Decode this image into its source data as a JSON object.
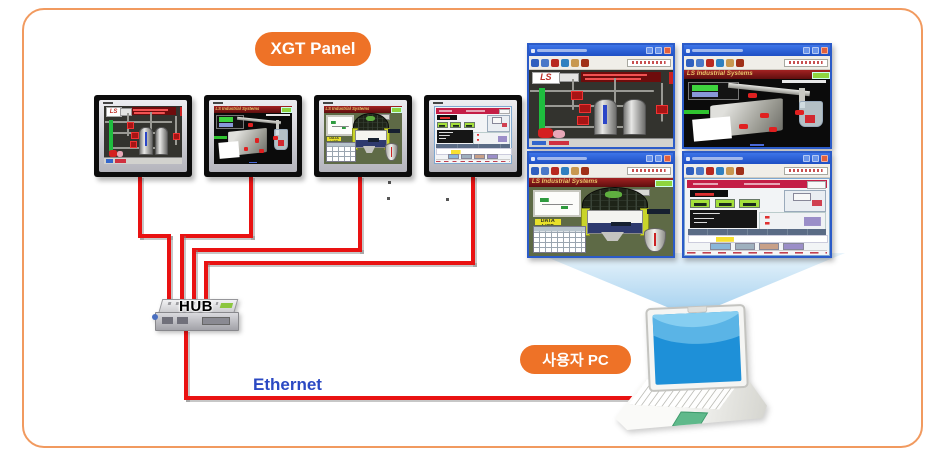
{
  "labels": {
    "xgt_panel": "XGT Panel",
    "user_pc": "사용자 PC",
    "ethernet": "Ethernet",
    "hub": "HUB"
  },
  "screens": {
    "piping": {
      "brand": "LS"
    },
    "robot": {
      "titlebar": "LS Industrial Systems"
    },
    "mixer": {
      "titlebar": "LS Industrial Systems",
      "data_list": "DATA LIST"
    },
    "form": {}
  },
  "panels": [
    {
      "screen": "piping"
    },
    {
      "screen": "robot"
    },
    {
      "screen": "mixer"
    },
    {
      "screen": "form"
    }
  ],
  "monitors": [
    {
      "screen": "piping"
    },
    {
      "screen": "robot"
    },
    {
      "screen": "mixer"
    },
    {
      "screen": "form"
    }
  ],
  "colors": {
    "accent_orange": "#EE7227",
    "frame_orange": "#F19A5F",
    "wire_red": "#E91212",
    "ethernet_blue": "#2B49C3"
  }
}
